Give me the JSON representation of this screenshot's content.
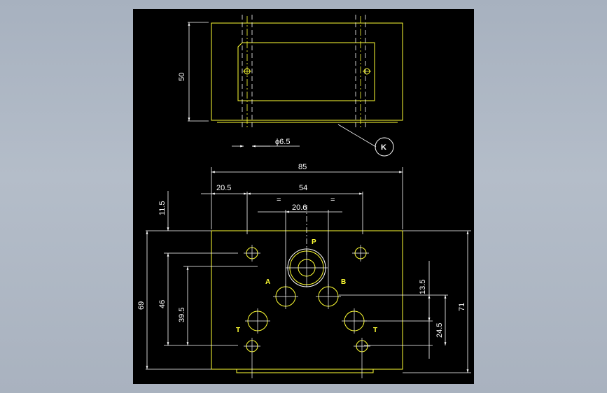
{
  "dimensions": {
    "height_top_view": "50",
    "hole_diameter": "ϕ6.5",
    "width_overall": "85",
    "offset_left": "20.5",
    "hole_spacing": "54",
    "center_spacing": "20.6",
    "equal_mark": "=",
    "top_margin": "11.5",
    "height_69": "69",
    "height_46": "46",
    "height_39_5": "39.5",
    "height_71": "71",
    "height_13_5": "13.5",
    "height_24_5": "24.5"
  },
  "port_labels": {
    "p": "P",
    "a": "A",
    "b": "B",
    "t_left": "T",
    "t_right": "T"
  },
  "callout": {
    "k": "K"
  },
  "colors": {
    "outline": "#ffff33",
    "dimension": "#ffffff",
    "background": "#000000",
    "window_bg": "#aab4c1"
  }
}
